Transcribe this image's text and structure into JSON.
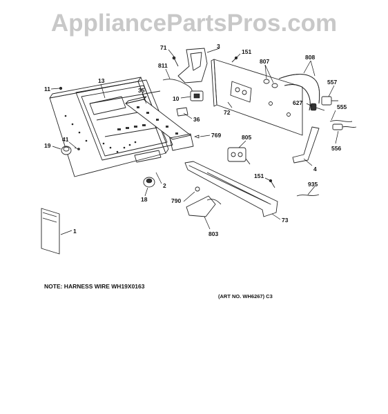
{
  "watermark": "AppliancePartsPros.com",
  "note": "NOTE: HARNESS WIRE WH19X0163",
  "art_number": "(ART NO. WH6267) C3",
  "labels": {
    "p71": "71",
    "p3": "3",
    "p151a": "151",
    "p808": "808",
    "p811": "811",
    "p807": "807",
    "p13": "13",
    "p11": "11",
    "p35": "35",
    "p10": "10",
    "p557": "557",
    "p627": "627",
    "p555": "555",
    "p72": "72",
    "p36": "36",
    "p769": "769",
    "p41": "41",
    "p19": "19",
    "p805": "805",
    "p556": "556",
    "p4": "4",
    "p151b": "151",
    "p2": "2",
    "p935": "935",
    "p18": "18",
    "p790": "790",
    "p73": "73",
    "p1": "1",
    "p803": "803"
  }
}
